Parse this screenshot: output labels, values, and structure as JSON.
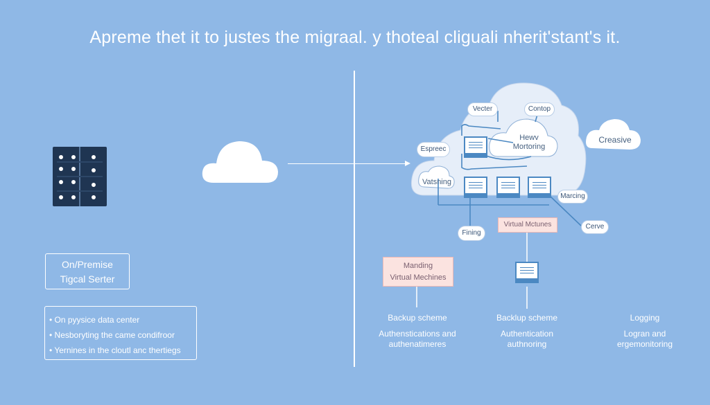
{
  "title": "Apreme thet it to justes the migraal. y thoteal cliguali nherit'stant's it.",
  "left_panel": {
    "onprem_line1": "On/Premise",
    "onprem_line2": "Tigcal Serter",
    "bullets": [
      "• On pyysice data center",
      "• Nesboryting the came condifroor",
      "• Yernines in the cloutl anc thertiegs"
    ]
  },
  "cloud_nodes": {
    "vector": "Vecter",
    "contop": "Contop",
    "new_monitoring_1": "Hewv",
    "new_monitoring_2": "Mortoring",
    "creasive": "Creasive",
    "espreec": "Espreec",
    "vatsning": "Vatsning",
    "marcing": "Marcing",
    "virtual_mctunes": "Virtual Mctunes",
    "fining": "Fining",
    "cerve": "Cerve"
  },
  "managing_box": {
    "line1": "Manding",
    "line2": "Virtual Mechines"
  },
  "bottom_labels": [
    {
      "title": "Backup scheme",
      "line1": "Authenstications and",
      "line2": "authenatimeres"
    },
    {
      "title": "Backlup scheme",
      "line1": "Authentication",
      "line2": "authnoring"
    },
    {
      "title": "Logging",
      "line1": "Logran and",
      "line2": "ergemonitoring"
    }
  ],
  "colors": {
    "background": "#8fb8e6",
    "rack": "#1f3552",
    "accent": "#4b88c2",
    "pink": "#fbe3e0"
  }
}
